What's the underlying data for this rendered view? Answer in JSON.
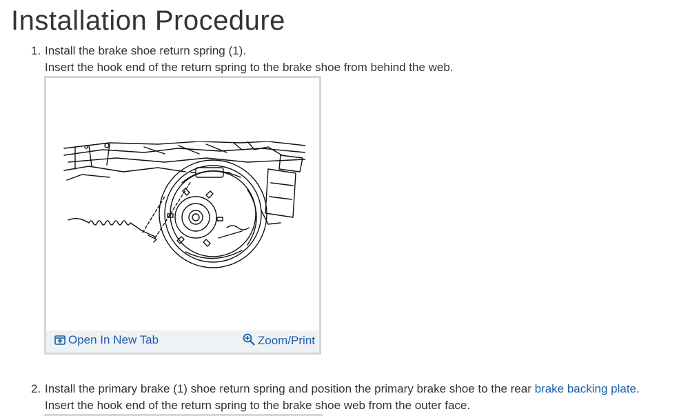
{
  "page": {
    "title": "Installation Procedure"
  },
  "steps": [
    {
      "number": "1.",
      "text": "Install the brake shoe return spring (1).",
      "detail": "Insert the hook end of the return spring to the brake shoe from behind the web."
    },
    {
      "number": "2.",
      "text_before_link": "Install the primary brake (1) shoe return spring and position the primary brake shoe to the rear ",
      "link_text": "brake backing plate",
      "text_after_link": ".",
      "detail": "Insert the hook end of the return spring to the brake shoe web from the outer face."
    }
  ],
  "figure": {
    "open_tab_label": "Open In New Tab",
    "zoom_print_label": "Zoom/Print",
    "open_tab_icon": "open-new-tab-icon",
    "zoom_icon": "magnifier-zoom-icon"
  },
  "colors": {
    "text": "#333333",
    "link": "#1a5fa8",
    "figure_border": "#d6d6d6",
    "toolbar_bg": "#eef1f6"
  }
}
